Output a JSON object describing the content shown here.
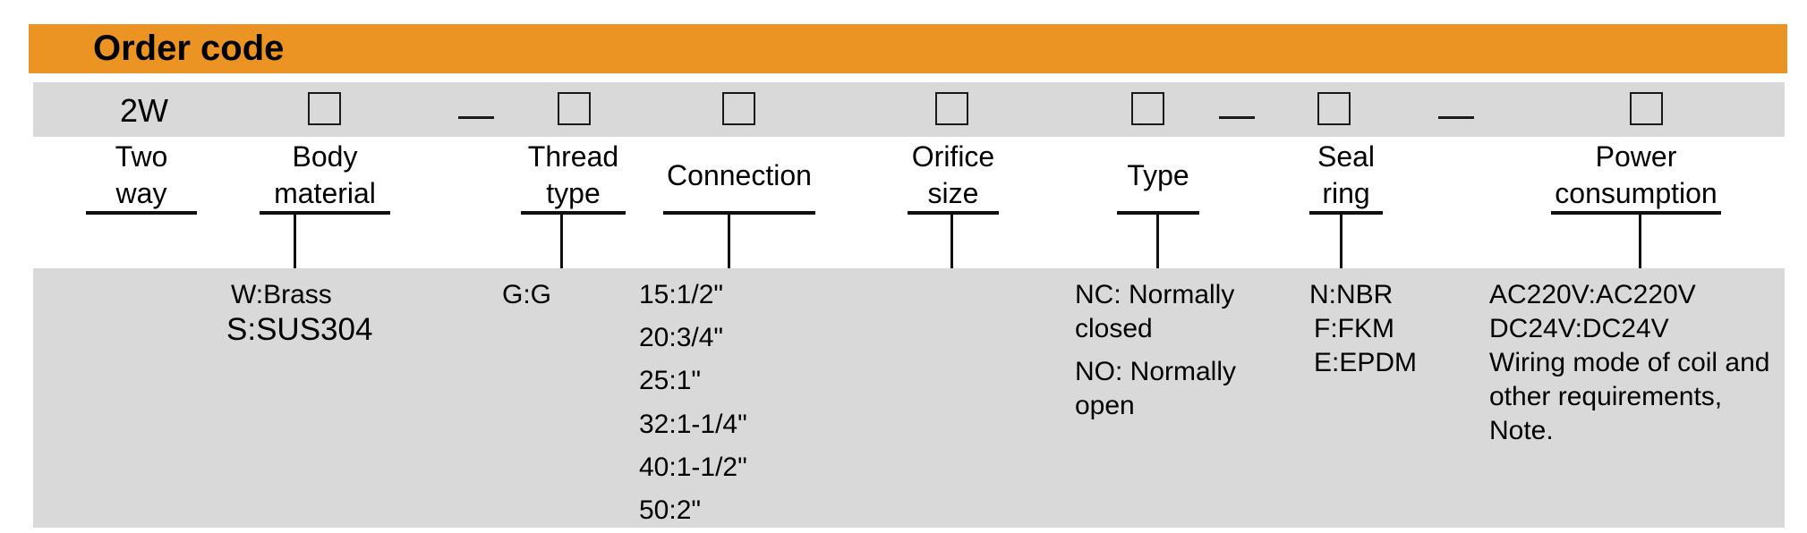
{
  "header": {
    "title": "Order code"
  },
  "code": {
    "prefix": "2W",
    "separator": "—"
  },
  "fields": {
    "two_way": {
      "line1": "Two",
      "line2": "way"
    },
    "body": {
      "line1": "Body",
      "line2": "material"
    },
    "thread": {
      "line1": "Thread",
      "line2": "type"
    },
    "connection": {
      "label": "Connection"
    },
    "orifice": {
      "line1": "Orifice",
      "line2": "size"
    },
    "type": {
      "label": "Type"
    },
    "seal": {
      "line1": "Seal",
      "line2": "ring"
    },
    "power": {
      "line1": "Power",
      "line2": "consumption"
    }
  },
  "options": {
    "body": [
      "W:Brass",
      "S:SUS304"
    ],
    "thread": [
      "G:G"
    ],
    "connection": [
      "15:1/2\"",
      "20:3/4\"",
      "25:1\"",
      "32:1-1/4\"",
      "40:1-1/2\"",
      "50:2\""
    ],
    "type": {
      "nc": "NC: Normally closed",
      "no": "NO: Normally open"
    },
    "seal": [
      "N:NBR",
      "F:FKM",
      "E:EPDM"
    ],
    "power": [
      "AC220V:AC220V",
      "DC24V:DC24V"
    ],
    "power_note": "Wiring mode of coil and other requirements, Note."
  },
  "colors": {
    "header": "#ec9423",
    "band": "#d9d9d9"
  }
}
